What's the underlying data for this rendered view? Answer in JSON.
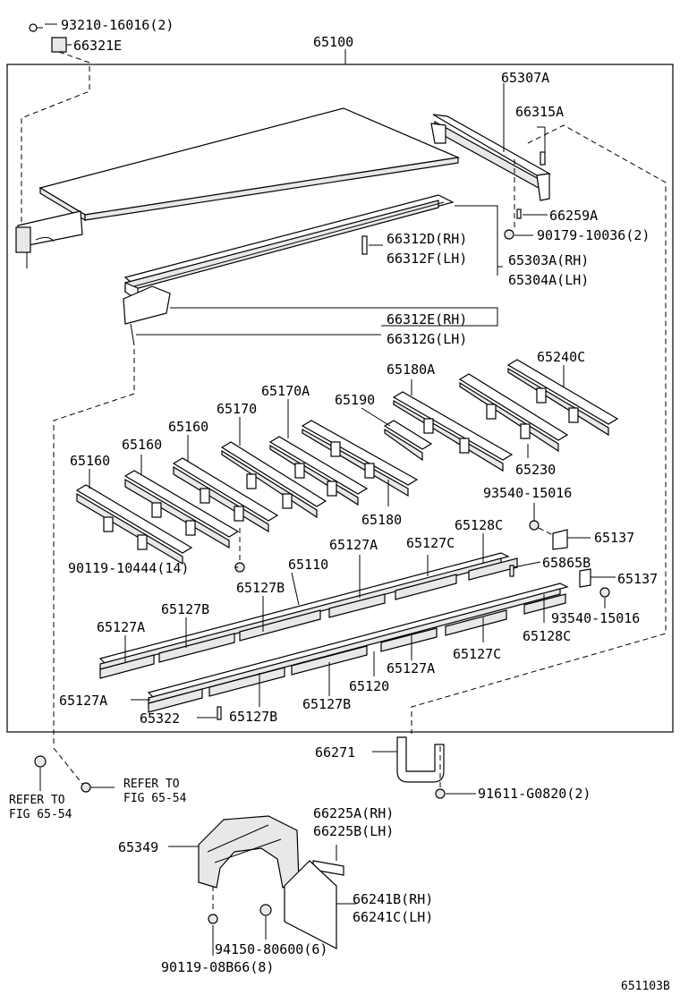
{
  "figure_code": "651103B",
  "labels": {
    "l_93210": "93210-16016(2)",
    "l_66321E": "66321E",
    "l_65100": "65100",
    "l_65307A": "65307A",
    "l_66315A": "66315A",
    "l_66259A": "66259A",
    "l_90179": "90179-10036(2)",
    "l_66312D": "66312D(RH)",
    "l_66312F": "66312F(LH)",
    "l_65303A": "65303A(RH)",
    "l_65304A": "65304A(LH)",
    "l_66312E": "66312E(RH)",
    "l_66312G": "66312G(LH)",
    "l_65180A": "65180A",
    "l_65240C": "65240C",
    "l_65170A": "65170A",
    "l_65190": "65190",
    "l_65160a": "65160",
    "l_65170": "65170",
    "l_65160b": "65160",
    "l_65160c": "65160",
    "l_65230": "65230",
    "l_65180": "65180",
    "l_93540a": "93540-15016",
    "l_65137a": "65137",
    "l_65128Ca": "65128C",
    "l_90119a": "90119-10444(14)",
    "l_65127Aa": "65127A",
    "l_65127Ca": "65127C",
    "l_65110": "65110",
    "l_65865B": "65865B",
    "l_65137b": "65137",
    "l_65127Ba": "65127B",
    "l_93540b": "93540-15016",
    "l_65127Ab": "65127A",
    "l_65127Bb": "65127B",
    "l_65128Cb": "65128C",
    "l_65127Cb": "65127C",
    "l_65127Ac": "65127A",
    "l_65120": "65120",
    "l_65127Ad": "65127A",
    "l_65322": "65322",
    "l_65127Bc": "65127B",
    "l_65127Bd": "65127B",
    "l_66271": "66271",
    "l_refer1a": "REFER TO",
    "l_refer1b": "FIG 65-54",
    "l_refer2a": "REFER TO",
    "l_refer2b": "FIG 65-54",
    "l_91611": "91611-G0820(2)",
    "l_66225A": "66225A(RH)",
    "l_66225B": "66225B(LH)",
    "l_65349": "65349",
    "l_66241B": "66241B(RH)",
    "l_66241C": "66241C(LH)",
    "l_94150": "94150-80600(6)",
    "l_90119b": "90119-08B66(8)"
  }
}
